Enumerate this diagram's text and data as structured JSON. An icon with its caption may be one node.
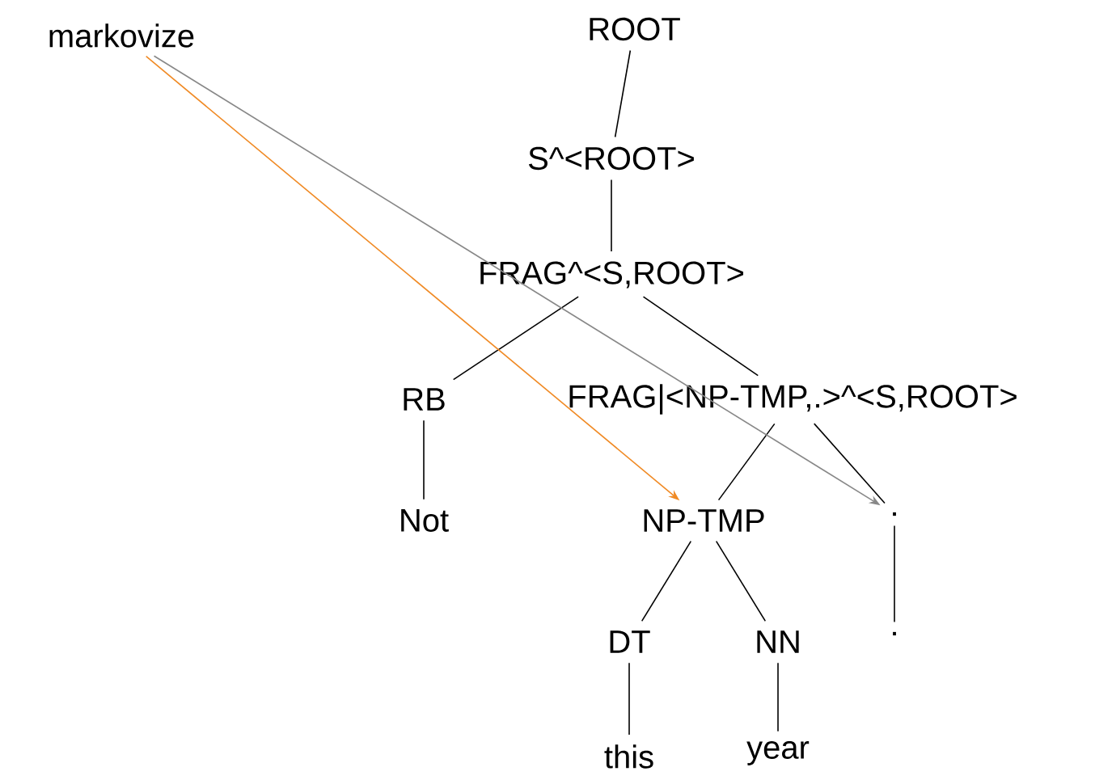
{
  "diagram": {
    "nodes": [
      {
        "text": [
          "markovize"
        ]
      },
      {
        "text": [
          "ROOT"
        ]
      },
      {
        "text": [
          "S^<ROOT>"
        ]
      },
      {
        "text": [
          "FRAG^<S,ROOT>"
        ]
      },
      {
        "text": [
          "RB"
        ]
      },
      {
        "text": [
          "FRAG|<NP-TMP,.>^<S,ROOT>"
        ]
      },
      {
        "text": [
          "Not"
        ]
      },
      {
        "text": [
          "NP-TMP"
        ]
      },
      {
        "text": [
          "."
        ]
      },
      {
        "text": [
          "DT"
        ]
      },
      {
        "text": [
          "NN"
        ]
      },
      {
        "text": [
          "."
        ]
      },
      {
        "text": [
          "this"
        ]
      },
      {
        "text": [
          "year"
        ]
      }
    ],
    "edges": [
      {
        "from": 1,
        "to": 2,
        "arrow": "none"
      },
      {
        "from": 2,
        "to": 3,
        "arrow": "none"
      },
      {
        "from": 3,
        "to": 4,
        "arrow": "none"
      },
      {
        "from": 3,
        "to": 5,
        "arrow": "none"
      },
      {
        "from": 4,
        "to": 6,
        "arrow": "none"
      },
      {
        "from": 5,
        "to": 7,
        "arrow": "none"
      },
      {
        "from": 5,
        "to": 8,
        "arrow": "none"
      },
      {
        "from": 7,
        "to": 9,
        "arrow": "none"
      },
      {
        "from": 7,
        "to": 10,
        "arrow": "none"
      },
      {
        "from": 8,
        "to": 11,
        "arrow": "none"
      },
      {
        "from": 9,
        "to": 12,
        "arrow": "none"
      },
      {
        "from": 10,
        "to": 13,
        "arrow": "none"
      },
      {
        "from": 0,
        "to": 7,
        "arrow": "to",
        "color": "#f08a24"
      },
      {
        "from": 0,
        "to": 8,
        "arrow": "to",
        "color": "#888888"
      }
    ]
  }
}
